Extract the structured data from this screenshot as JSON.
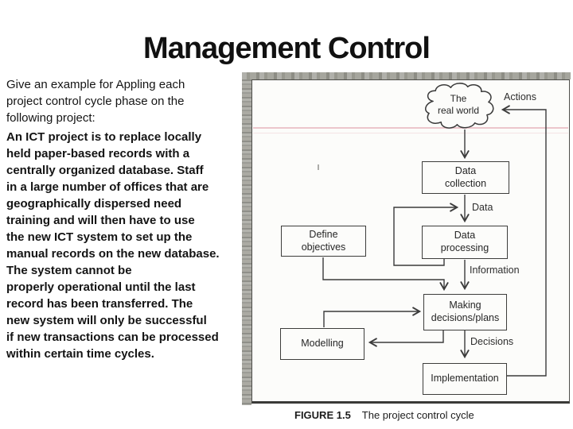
{
  "slide": {
    "title": "Management Control",
    "intro": "Give an example for Appling each\nproject control cycle phase on the\nfollowing project:",
    "scenario": "An ICT project is to replace locally\nheld paper-based records with a\ncentrally organized database. Staff\nin a large number of offices that are\ngeographically dispersed need\ntraining and will then have to use\nthe new ICT system to set up the\nmanual records on the new database.\nThe system cannot be\nproperly operational until the last\nrecord has been transferred. The\nnew system will only be successful\nif new transactions can be processed\nwithin certain time cycles."
  },
  "figure": {
    "cloud_label": "The\nreal world",
    "nodes": {
      "data_collection": "Data\ncollection",
      "define_objectives": "Define\nobjectives",
      "data_processing": "Data\nprocessing",
      "making_decisions": "Making\ndecisions/plans",
      "modelling": "Modelling",
      "implementation": "Implementation"
    },
    "labels": {
      "actions": "Actions",
      "data": "Data",
      "information": "Information",
      "decisions": "Decisions"
    },
    "caption": {
      "label": "FIGURE 1.5",
      "text": "The project control cycle"
    },
    "colors": {
      "line": "#3b3b3b",
      "scan_edge": "#a3a39c",
      "pink_line": "#ecc6cc"
    }
  }
}
